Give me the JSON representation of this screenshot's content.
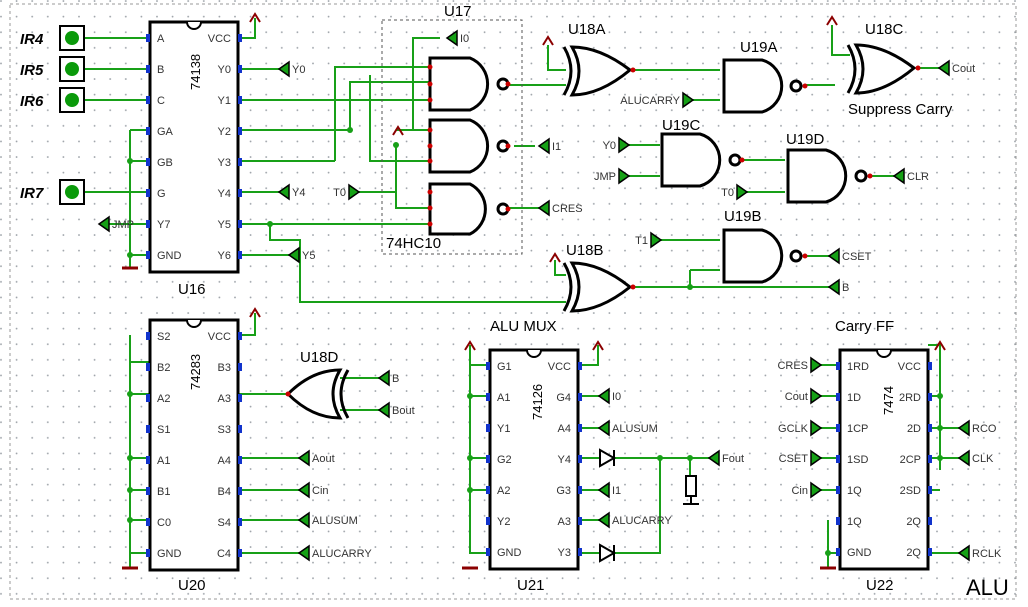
{
  "sheet_title": "ALU",
  "inputs": [
    {
      "label": "IR4"
    },
    {
      "label": "IR5"
    },
    {
      "label": "IR6"
    },
    {
      "label": "IR7"
    }
  ],
  "u16": {
    "ref": "U16",
    "part": "74138",
    "left_pins": [
      "A",
      "B",
      "C",
      "GA",
      "GB",
      "G",
      "Y7",
      "GND"
    ],
    "right_pins": [
      "VCC",
      "Y0",
      "Y1",
      "Y2",
      "Y3",
      "Y4",
      "Y5",
      "Y6"
    ]
  },
  "u20": {
    "ref": "U20",
    "part": "74283",
    "left_pins": [
      "S2",
      "B2",
      "A2",
      "S1",
      "A1",
      "B1",
      "C0",
      "GND"
    ],
    "right_pins": [
      "VCC",
      "B3",
      "A3",
      "S3",
      "A4",
      "B4",
      "S4",
      "C4"
    ]
  },
  "u21": {
    "ref": "U21",
    "part": "74126",
    "title": "ALU MUX",
    "left_pins": [
      "G1",
      "A1",
      "Y1",
      "G2",
      "A2",
      "Y2",
      "GND"
    ],
    "right_pins": [
      "VCC",
      "G4",
      "A4",
      "Y4",
      "G3",
      "A3",
      "Y3"
    ]
  },
  "u22": {
    "ref": "U22",
    "part": "7474",
    "title": "Carry FF",
    "left_pins": [
      "1RD",
      "1D",
      "1CP",
      "1SD",
      "1Q",
      "1Q",
      "GND"
    ],
    "right_pins": [
      "VCC",
      "2RD",
      "2D",
      "2CP",
      "2SD",
      "2Q",
      "2Q"
    ]
  },
  "u17": {
    "ref": "U17",
    "part": "74HC10"
  },
  "gate_labels": {
    "u18a": "U18A",
    "u18b": "U18B",
    "u18c": "U18C",
    "u18d": "U18D",
    "u19a": "U19A",
    "u19b": "U19B",
    "u19c": "U19C",
    "u19d": "U19D",
    "suppress_carry": "Suppress Carry"
  },
  "net_labels": {
    "y0": "Y0",
    "y4": "Y4",
    "y5": "Y5",
    "jmp": "JMP",
    "t0": "T0",
    "t1": "T1",
    "i0": "I0",
    "i1": "I1",
    "cres": "CRES",
    "cout": "Cout",
    "clr": "CLR",
    "cset": "CSET",
    "b": "B",
    "alu_carry": "ALUCARRY",
    "bout": "Bout",
    "aout": "Aout",
    "cin": "Cin",
    "alu_sum": "ALUSUM",
    "fout": "Fout",
    "gclk": "GCLK",
    "rco": "RCO",
    "clk": "CLK",
    "rclk": "RCLK"
  }
}
